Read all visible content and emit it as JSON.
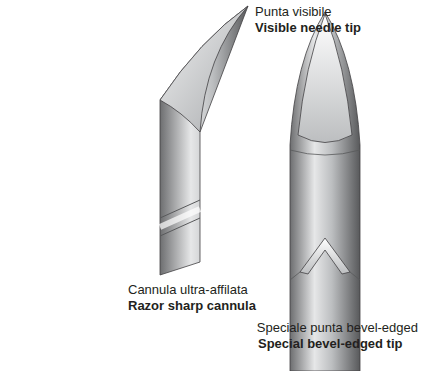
{
  "diagram": {
    "labels": [
      "Punta visibile",
      "Visible needle tip",
      "Cannula ultra-affilata",
      "Razor sharp cannula",
      "Speciale punta bevel-edged",
      "Special bevel-edged tip"
    ]
  }
}
